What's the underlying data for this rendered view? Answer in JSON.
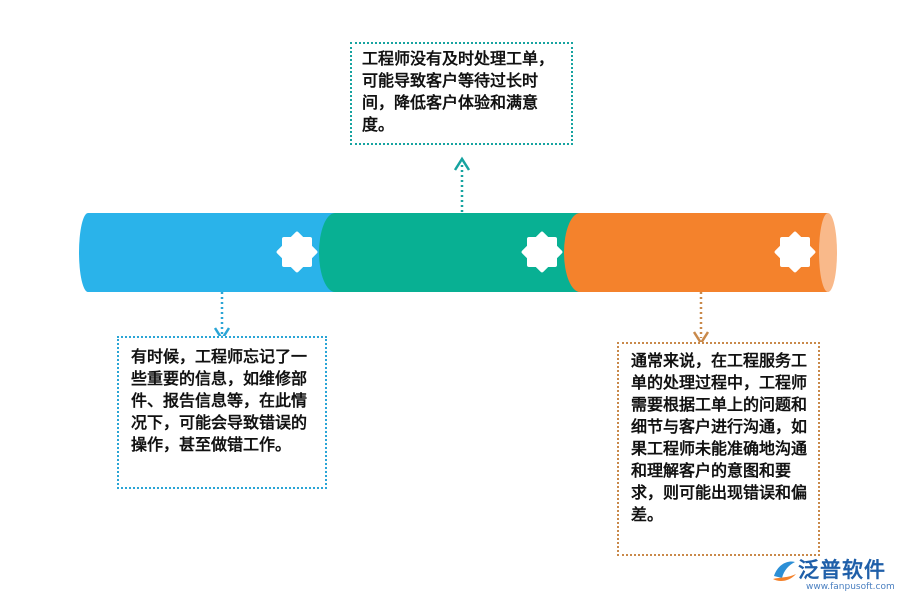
{
  "boxes": {
    "top": "工程师没有及时处理工单，可能导致客户等待过长时间，降低客户体验和满意度。",
    "left": "有时候，工程师忘记了一些重要的信息，如维修部件、报告信息等，在此情况下，可能会导致错误的操作，甚至做错工作。",
    "right": "通常来说，在工程服务工单的处理过程中，工程师需要根据工单上的问题和细节与客户进行沟通，如果工程师未能准确地沟通和理解客户的意图和要求，则可能出现错误和偏差。"
  },
  "colors": {
    "segment_blue": "#2ab3ea",
    "segment_teal": "#08b093",
    "segment_orange": "#f4822c",
    "end_cap": "#f9b98a",
    "connector_blue": "#2aa5d6",
    "connector_teal": "#16a3a0",
    "connector_orange": "#c9894a"
  },
  "icons": [
    "gear-icon",
    "gear-icon",
    "gear-icon",
    "arrow-up-icon",
    "arrow-down-icon"
  ],
  "logo": {
    "name": "泛普软件",
    "url": "www.fanpusoft.com"
  }
}
